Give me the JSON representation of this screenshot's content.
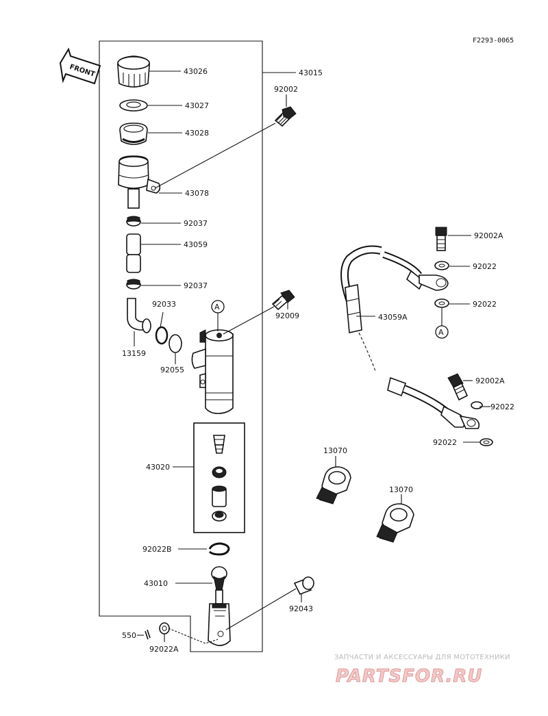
{
  "diagram_code": "F2293-0065",
  "front_arrow": "FRONT",
  "parts": {
    "p43026": "43026",
    "p43015": "43015",
    "p92002": "92002",
    "p43027": "43027",
    "p43028": "43028",
    "p43078": "43078",
    "p92037a": "92037",
    "p43059": "43059",
    "p92037b": "92037",
    "p92033": "92033",
    "p13159": "13159",
    "p92055": "92055",
    "p92009": "92009",
    "p43020": "43020",
    "p92022B": "92022B",
    "p43010": "43010",
    "p92043": "92043",
    "p550": "550",
    "p92022A": "92022A",
    "p92002A_top": "92002A",
    "p92022_1": "92022",
    "p92022_2": "92022",
    "p43059A": "43059A",
    "p92002A_bot": "92002A",
    "p92022_3": "92022",
    "p92022_4": "92022",
    "p13070a": "13070",
    "p13070b": "13070"
  },
  "ref_marks": {
    "a_left": "A",
    "a_right": "A"
  },
  "watermark": {
    "subtitle": "ЗАПЧАСТИ И АКСЕССУАРЫ ДЛЯ МОТОТЕХНИКИ",
    "brand": "PARTSFOR.RU"
  }
}
